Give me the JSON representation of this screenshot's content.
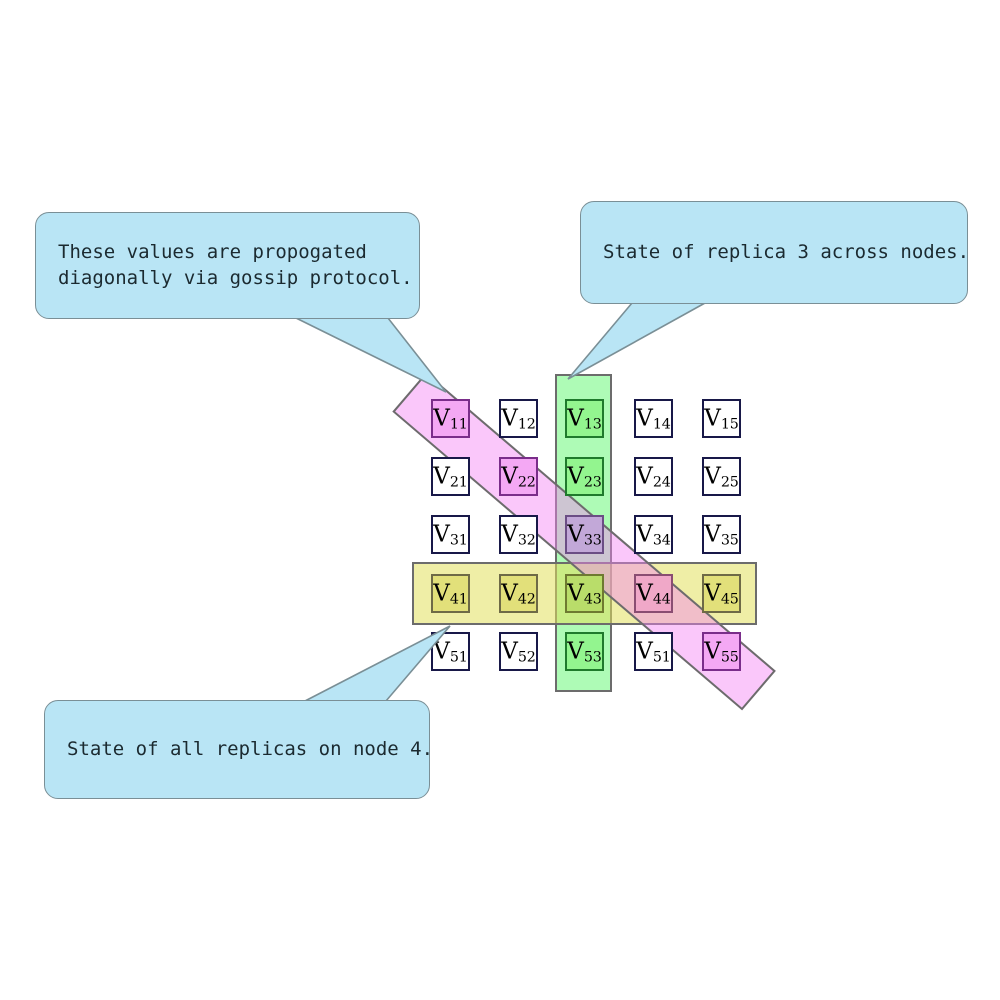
{
  "diagram": {
    "title": "Replica state grid with gossip propagation",
    "colors": {
      "callout_fill": "#b9e5f5",
      "callout_stroke": "#7a8f96",
      "column_band": "#6cf77a",
      "row_band": "#e2e05c",
      "diagonal_band": "#f382f3",
      "cell_border": "#181848",
      "cell_fill": "#ffffff",
      "band_stroke": "#6c6c6c"
    }
  },
  "callouts": [
    {
      "id": "diagonal-note",
      "text": "These values are propogated\ndiagonally via gossip protocol."
    },
    {
      "id": "replica-note",
      "text": "State of replica 3 across nodes."
    },
    {
      "id": "node-note",
      "text": "State of all replicas on node 4."
    }
  ],
  "grid": {
    "rows": 5,
    "cols": 5,
    "cells": [
      [
        {
          "base": "V",
          "sub": "11",
          "tint": "magenta"
        },
        {
          "base": "V",
          "sub": "12",
          "tint": "none"
        },
        {
          "base": "V",
          "sub": "13",
          "tint": "green"
        },
        {
          "base": "V",
          "sub": "14",
          "tint": "none"
        },
        {
          "base": "V",
          "sub": "15",
          "tint": "none"
        }
      ],
      [
        {
          "base": "V",
          "sub": "21",
          "tint": "none"
        },
        {
          "base": "V",
          "sub": "22",
          "tint": "magenta"
        },
        {
          "base": "V",
          "sub": "23",
          "tint": "green"
        },
        {
          "base": "V",
          "sub": "24",
          "tint": "none"
        },
        {
          "base": "V",
          "sub": "25",
          "tint": "none"
        }
      ],
      [
        {
          "base": "V",
          "sub": "31",
          "tint": "none"
        },
        {
          "base": "V",
          "sub": "32",
          "tint": "none"
        },
        {
          "base": "V",
          "sub": "33",
          "tint": "purple"
        },
        {
          "base": "V",
          "sub": "34",
          "tint": "none"
        },
        {
          "base": "V",
          "sub": "35",
          "tint": "none"
        }
      ],
      [
        {
          "base": "V",
          "sub": "41",
          "tint": "yellow"
        },
        {
          "base": "V",
          "sub": "42",
          "tint": "yellow"
        },
        {
          "base": "V",
          "sub": "43",
          "tint": "olive"
        },
        {
          "base": "V",
          "sub": "44",
          "tint": "pink"
        },
        {
          "base": "V",
          "sub": "45",
          "tint": "yellow"
        }
      ],
      [
        {
          "base": "V",
          "sub": "51",
          "tint": "none"
        },
        {
          "base": "V",
          "sub": "52",
          "tint": "none"
        },
        {
          "base": "V",
          "sub": "53",
          "tint": "green"
        },
        {
          "base": "V",
          "sub": "51",
          "tint": "none"
        },
        {
          "base": "V",
          "sub": "55",
          "tint": "magenta"
        }
      ]
    ]
  },
  "bands": [
    {
      "id": "column-band",
      "label": "replica-3-column"
    },
    {
      "id": "row-band",
      "label": "node-4-row"
    },
    {
      "id": "diagonal-band",
      "label": "gossip-diagonal"
    }
  ]
}
